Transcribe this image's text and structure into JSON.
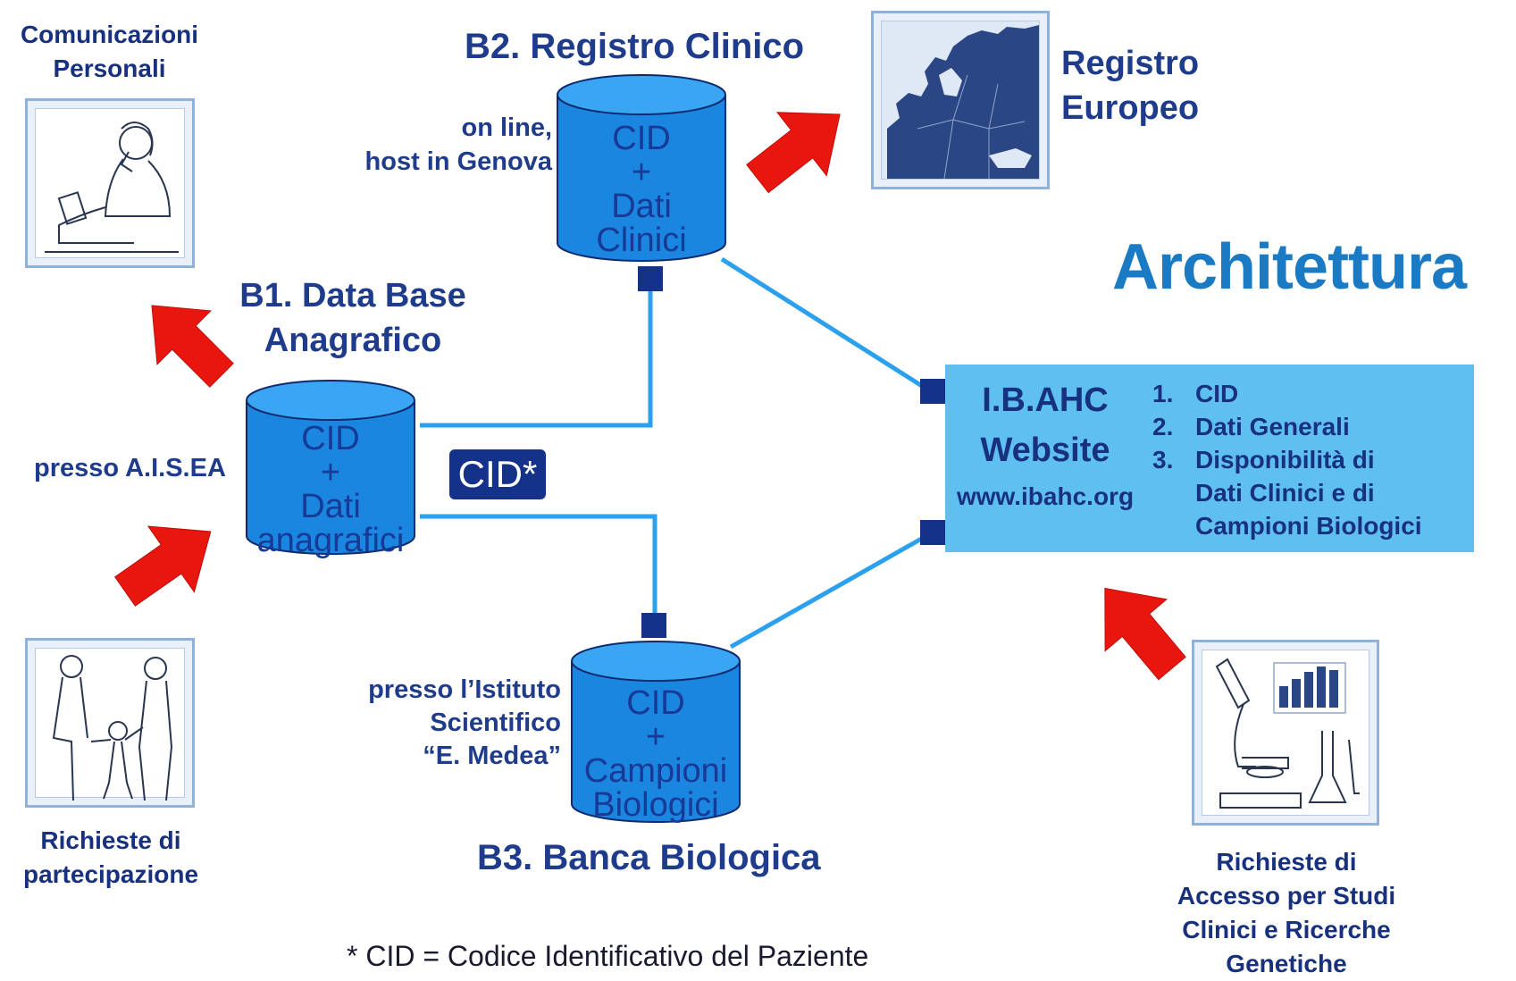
{
  "title": "Architettura",
  "nodes": {
    "b1": {
      "heading": [
        "B1. Data Base",
        "Anagrafico"
      ],
      "cylinder": [
        "CID",
        "+",
        "Dati",
        "anagrafici"
      ],
      "location": "presso A.I.S.EA"
    },
    "b2": {
      "heading": "B2. Registro Clinico",
      "cylinder": [
        "CID",
        "+",
        "Dati",
        "Clinici"
      ],
      "location": [
        "on line,",
        "host in Genova"
      ]
    },
    "b3": {
      "heading": "B3. Banca Biologica",
      "cylinder": [
        "CID",
        "+",
        "Campioni",
        "Biologici"
      ],
      "location": [
        "presso l’Istituto",
        "Scientifico",
        "“E. Medea”"
      ]
    }
  },
  "cid_tag": "CID*",
  "website": {
    "name": [
      "I.B.AHC",
      "Website"
    ],
    "url": "www.ibahc.org",
    "items": [
      {
        "num": "1.",
        "text": [
          "CID"
        ]
      },
      {
        "num": "2.",
        "text": [
          "Dati Generali"
        ]
      },
      {
        "num": "3.",
        "text": [
          "Disponibilità di",
          "Dati Clinici e di",
          "Campioni Biologici"
        ]
      }
    ]
  },
  "external": {
    "communications": [
      "Comunicazioni",
      "Personali"
    ],
    "european_registry": [
      "Registro",
      "Europeo"
    ],
    "participation_requests": [
      "Richieste di",
      "partecipazione"
    ],
    "access_requests": [
      "Richieste di",
      "Accesso per Studi",
      "Clinici e Ricerche",
      "Genetiche"
    ]
  },
  "footnote": "* CID = Codice Identificativo del Paziente",
  "icons": [
    "person-phone-icon",
    "europe-map-icon",
    "family-icon",
    "lab-microscope-icon",
    "red-arrow-icon"
  ],
  "colors": {
    "cylinder": "#1a86e0",
    "cylinder_top": "#3aa5f2",
    "connector": "#2aa0ee",
    "website_box": "#5fbff0",
    "arrow": "#e8160e",
    "title": "#1a7bc4",
    "label": "#1f3c8c"
  }
}
